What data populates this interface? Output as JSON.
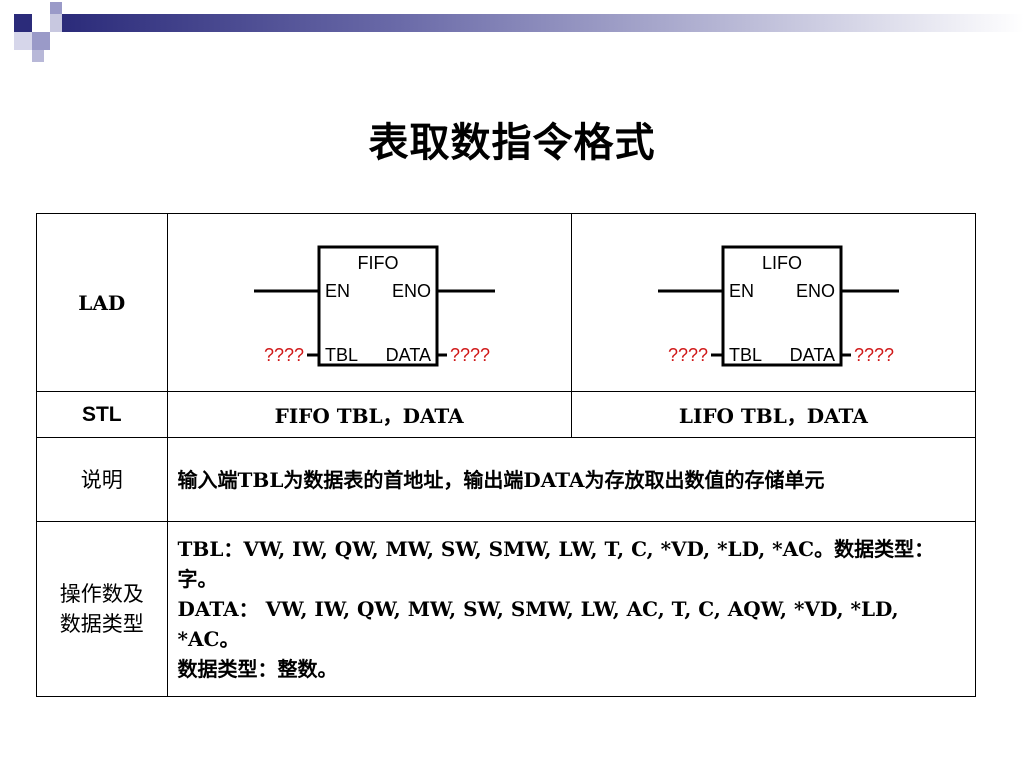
{
  "slide": {
    "title": "表取数指令格式",
    "table": {
      "row_lad": {
        "label": "LAD",
        "left_box": {
          "name": "FIFO",
          "en": "EN",
          "eno": "ENO",
          "tbl": "TBL",
          "data": "DATA",
          "in_placeholder": "????",
          "out_placeholder": "????"
        },
        "right_box": {
          "name": "LIFO",
          "en": "EN",
          "eno": "ENO",
          "tbl": "TBL",
          "data": "DATA",
          "in_placeholder": "????",
          "out_placeholder": "????"
        }
      },
      "row_stl": {
        "label": "STL",
        "left": "FIFO  TBL，DATA",
        "right": "LIFO  TBL，DATA"
      },
      "row_desc": {
        "label": "说明",
        "text": "输入端TBL为数据表的首地址，输出端DATA为存放取出数值的存储单元"
      },
      "row_ops": {
        "label_line1": "操作数及",
        "label_line2": "数据类型",
        "line1": "TBL：VW, IW, QW, MW, SW, SMW, LW, T, C, *VD, *LD, *AC。数据类型：字。",
        "line2": "DATA： VW, IW, QW, MW, SW, SMW, LW, AC, T, C, AQW, *VD, *LD, *AC。",
        "line3": "数据类型：整数。"
      }
    }
  },
  "colors": {
    "placeholder": "#d01818",
    "line": "#000000",
    "header_bar_dark": "#2b2b7a",
    "header_square_light": "#9a9ac8"
  }
}
